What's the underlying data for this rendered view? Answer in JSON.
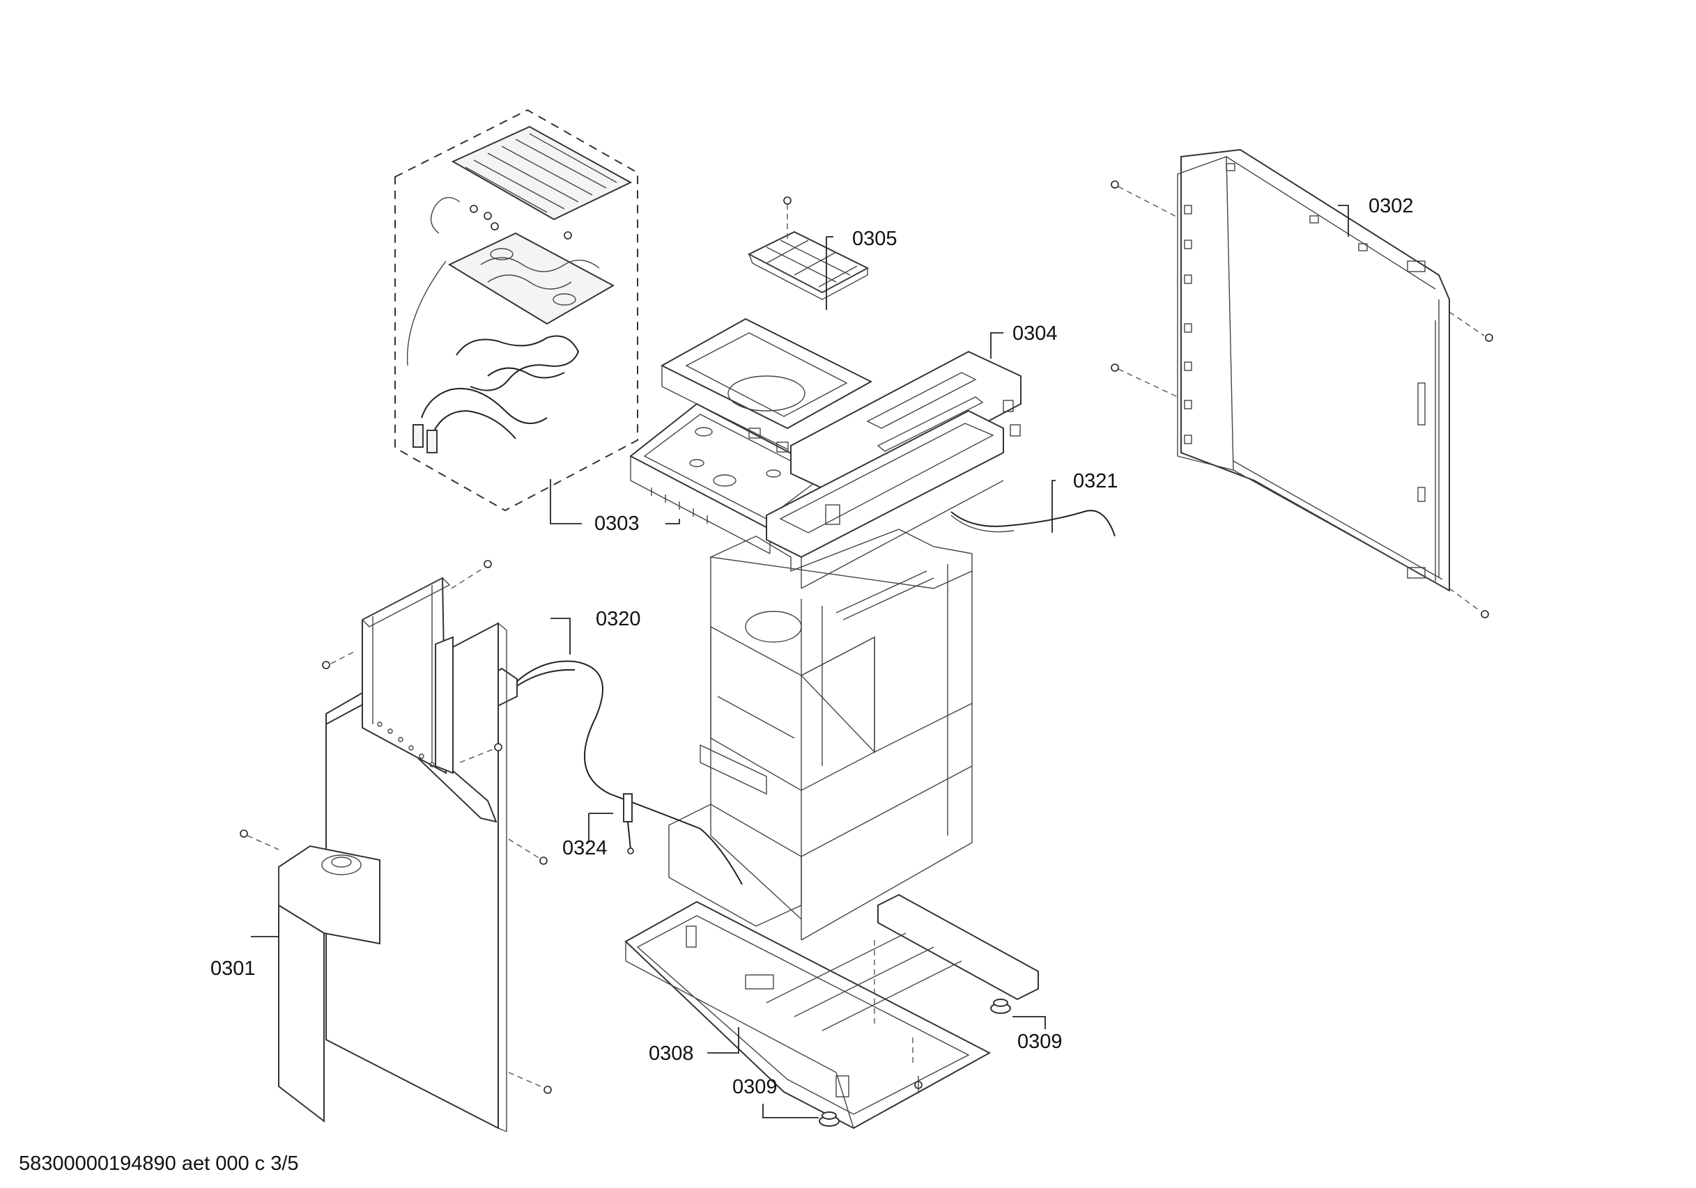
{
  "parts": [
    {
      "id": "0301"
    },
    {
      "id": "0302"
    },
    {
      "id": "0303"
    },
    {
      "id": "0304"
    },
    {
      "id": "0305"
    },
    {
      "id": "0308"
    },
    {
      "id": "0309a",
      "label": "0309"
    },
    {
      "id": "0309b",
      "label": "0309"
    },
    {
      "id": "0320"
    },
    {
      "id": "0321"
    },
    {
      "id": "0324"
    }
  ],
  "labels": {
    "p0301": "0301",
    "p0302": "0302",
    "p0303": "0303",
    "p0304": "0304",
    "p0305": "0305",
    "p0308": "0308",
    "p0309a": "0309",
    "p0309b": "0309",
    "p0320": "0320",
    "p0321": "0321",
    "p0324": "0324"
  },
  "document_code": "58300000194890 aet 000 c 3/5"
}
